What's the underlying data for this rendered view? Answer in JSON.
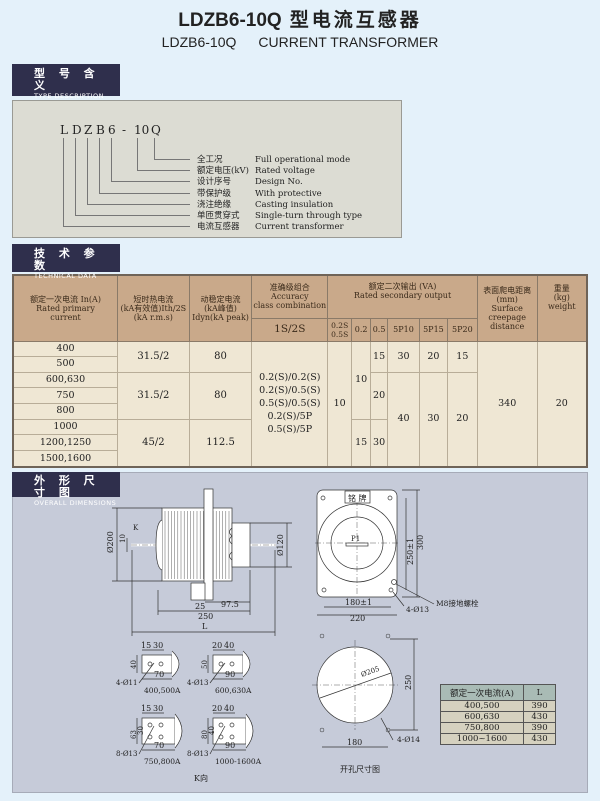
{
  "header": {
    "title_model": "LDZB6-10Q",
    "title_cn": "型电流互感器",
    "subtitle_model": "LDZB6-10Q",
    "subtitle_en": "CURRENT TRANSFORMER"
  },
  "sections": {
    "type": {
      "cn": "型 号 含 义",
      "en": "TYPE DESCRIPTION"
    },
    "tech": {
      "cn": "技 术 参 数",
      "en": "TECHNICAL DATA"
    },
    "dims": {
      "cn": "外 形 尺 寸 图",
      "en": "OVERALL DIMENSIONS"
    }
  },
  "type_code": [
    "L",
    "D",
    "Z",
    "B",
    "6",
    "-",
    "10",
    "Q"
  ],
  "type_desc": [
    {
      "cn": "全工况",
      "en": "Full operational mode"
    },
    {
      "cn": "额定电压(kV)",
      "en": "Rated voltage"
    },
    {
      "cn": "设计序号",
      "en": "Design No."
    },
    {
      "cn": "带保护级",
      "en": "With protective"
    },
    {
      "cn": "浇注绝缘",
      "en": "Casting insulation"
    },
    {
      "cn": "单匝贯穿式",
      "en": "Single-turn through type"
    },
    {
      "cn": "电流互感器",
      "en": "Current transformer"
    }
  ],
  "table": {
    "headers": {
      "rated_current": [
        "额定一次电流 In(A)",
        "Rated primary",
        "current"
      ],
      "thermal": [
        "短时热电流",
        "(kA有效值)Ith/2S",
        "(kA r.m.s)"
      ],
      "dynamic": [
        "动稳定电流",
        "(kA峰值)",
        "Idyn(kA peak)"
      ],
      "accuracy": [
        "准确级组合",
        "Accuracy",
        "class combination"
      ],
      "output": [
        "额定二次输出 (VA)",
        "Rated secondary output"
      ],
      "creepage": [
        "表面爬电距离",
        "(mm)",
        "Surface",
        "creepage",
        "distance"
      ],
      "weight": [
        "重量",
        "(kg)",
        "weight"
      ],
      "sub": [
        "1S/2S",
        "0.2S",
        "0.5S",
        "0.2",
        "0.5",
        "5P10",
        "5P15",
        "5P20"
      ]
    },
    "currents": [
      "400",
      "500",
      "600,630",
      "750",
      "800",
      "1000",
      "1200,1250",
      "1500,1600"
    ],
    "thermal": [
      "31.5/2",
      "31.5/2",
      "45/2"
    ],
    "dynamic": [
      "80",
      "80",
      "112.5"
    ],
    "accuracy_combos": [
      "0.2(S)/0.2(S)",
      "0.2(S)/0.5(S)",
      "0.5(S)/0.5(S)",
      "0.2(S)/5P",
      "0.5(S)/5P"
    ],
    "out_02s": "10",
    "out_02": [
      "10",
      "15"
    ],
    "out_05": [
      "15",
      "20",
      "30"
    ],
    "out_5p10": [
      "30",
      "40"
    ],
    "out_5p15": [
      "20",
      "30"
    ],
    "out_5p20": [
      "15",
      "20"
    ],
    "creepage": "340",
    "weight": "20"
  },
  "drawings": {
    "side": {
      "d200": "Ø200",
      "d120": "Ø120",
      "d10": "10",
      "k": "K",
      "d25": "25",
      "d975": "97.5",
      "d250": "250",
      "L": "L"
    },
    "front": {
      "nameplate": "铭 牌",
      "p1": "P1",
      "h250": "250±1",
      "h300": "300",
      "w180": "180±1",
      "w220": "220",
      "bolt": "M8接地螺栓",
      "holes": "4-Ø13"
    },
    "cutout": {
      "d205": "Ø205",
      "h250": "250",
      "w180": "180",
      "holes": "4-Ø14",
      "caption": "开孔尺寸图"
    },
    "kviews": [
      {
        "a": "15",
        "b": "30",
        "h": "40",
        "w": "70",
        "holes": "4-Ø11",
        "caption": "400,500A"
      },
      {
        "a": "20",
        "b": "40",
        "h": "50",
        "w": "90",
        "holes": "4-Ø13",
        "caption": "600,630A"
      },
      {
        "a": "15",
        "b": "30",
        "h": "63",
        "h2": "30",
        "w": "70",
        "holes": "8-Ø13",
        "caption": "750,800A"
      },
      {
        "a": "20",
        "b": "40",
        "h": "80",
        "h2": "40",
        "w": "90",
        "holes": "8-Ø13",
        "caption": "1000-1600A"
      }
    ],
    "kview_label": "K向"
  },
  "l_table": {
    "headers": [
      "额定一次电流(A)",
      "L"
    ],
    "rows": [
      [
        "400,500",
        "390"
      ],
      [
        "600,630",
        "430"
      ],
      [
        "750,800",
        "390"
      ],
      [
        "1000~1600",
        "430"
      ]
    ]
  }
}
